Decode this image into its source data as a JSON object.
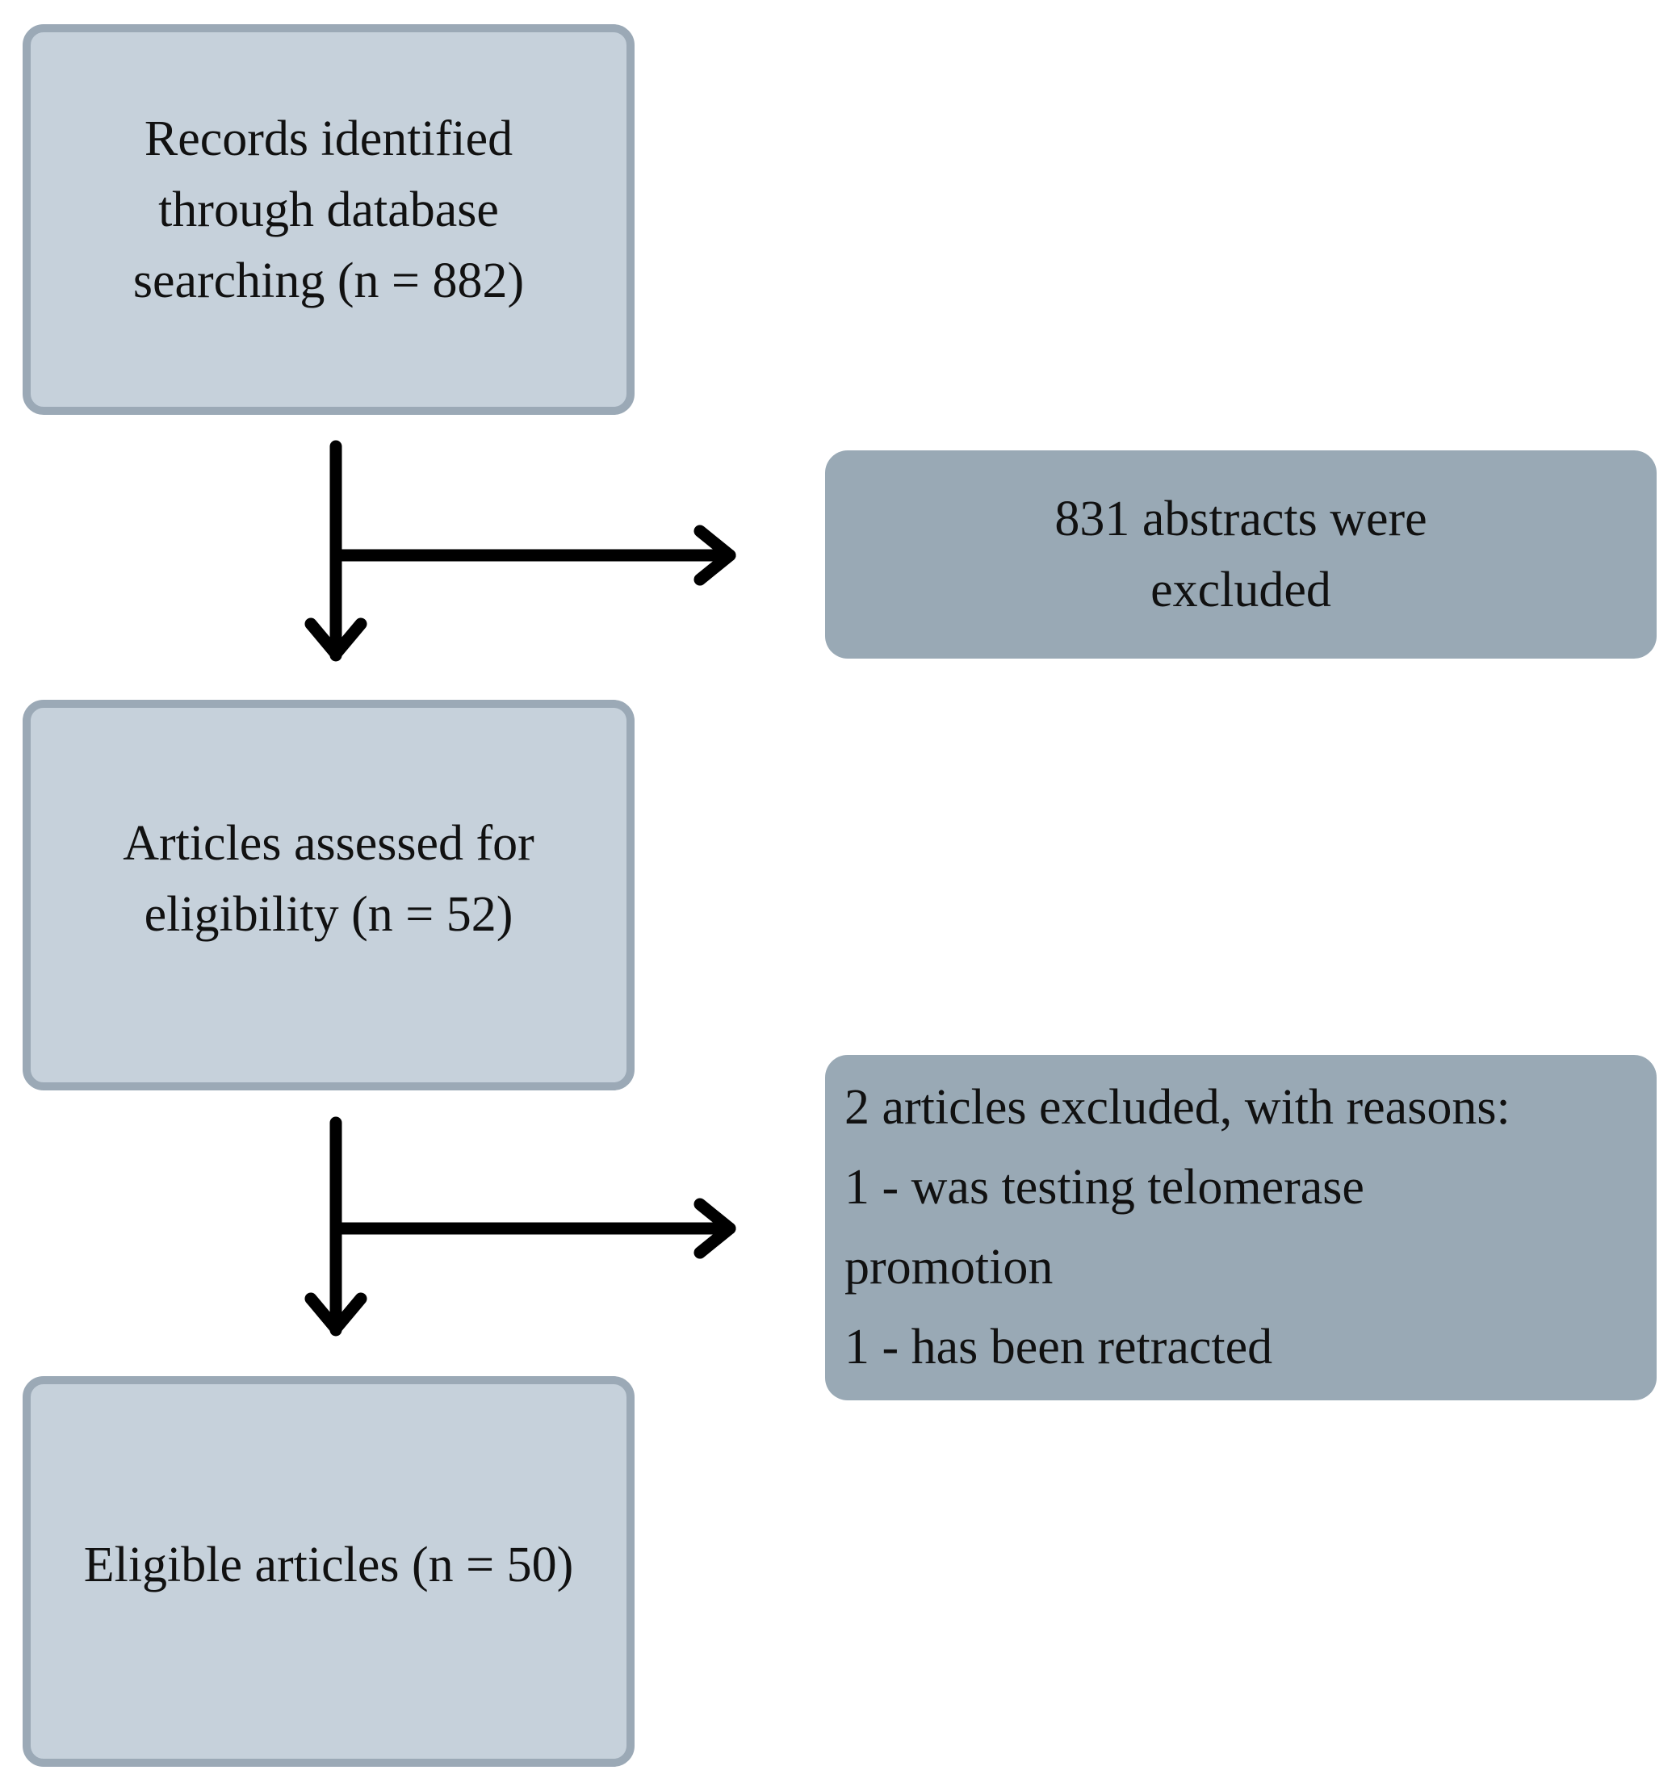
{
  "flow": {
    "records": "Records identified\nthrough database\nsearching (n = 882)",
    "assessed": "Articles assessed for\neligibility (n = 52)",
    "eligible": "Eligible articles (n =  50)"
  },
  "exclusions": {
    "abstracts": "831 abstracts were\nexcluded",
    "articles": "2 articles excluded, with reasons:\n1 - was testing telomerase\npromotion\n1 - has been retracted"
  },
  "colors": {
    "main_box_fill": "#c6d1db",
    "main_box_border": "#9ba9b6",
    "side_box_fill": "#99a9b5",
    "arrow": "#000000"
  }
}
